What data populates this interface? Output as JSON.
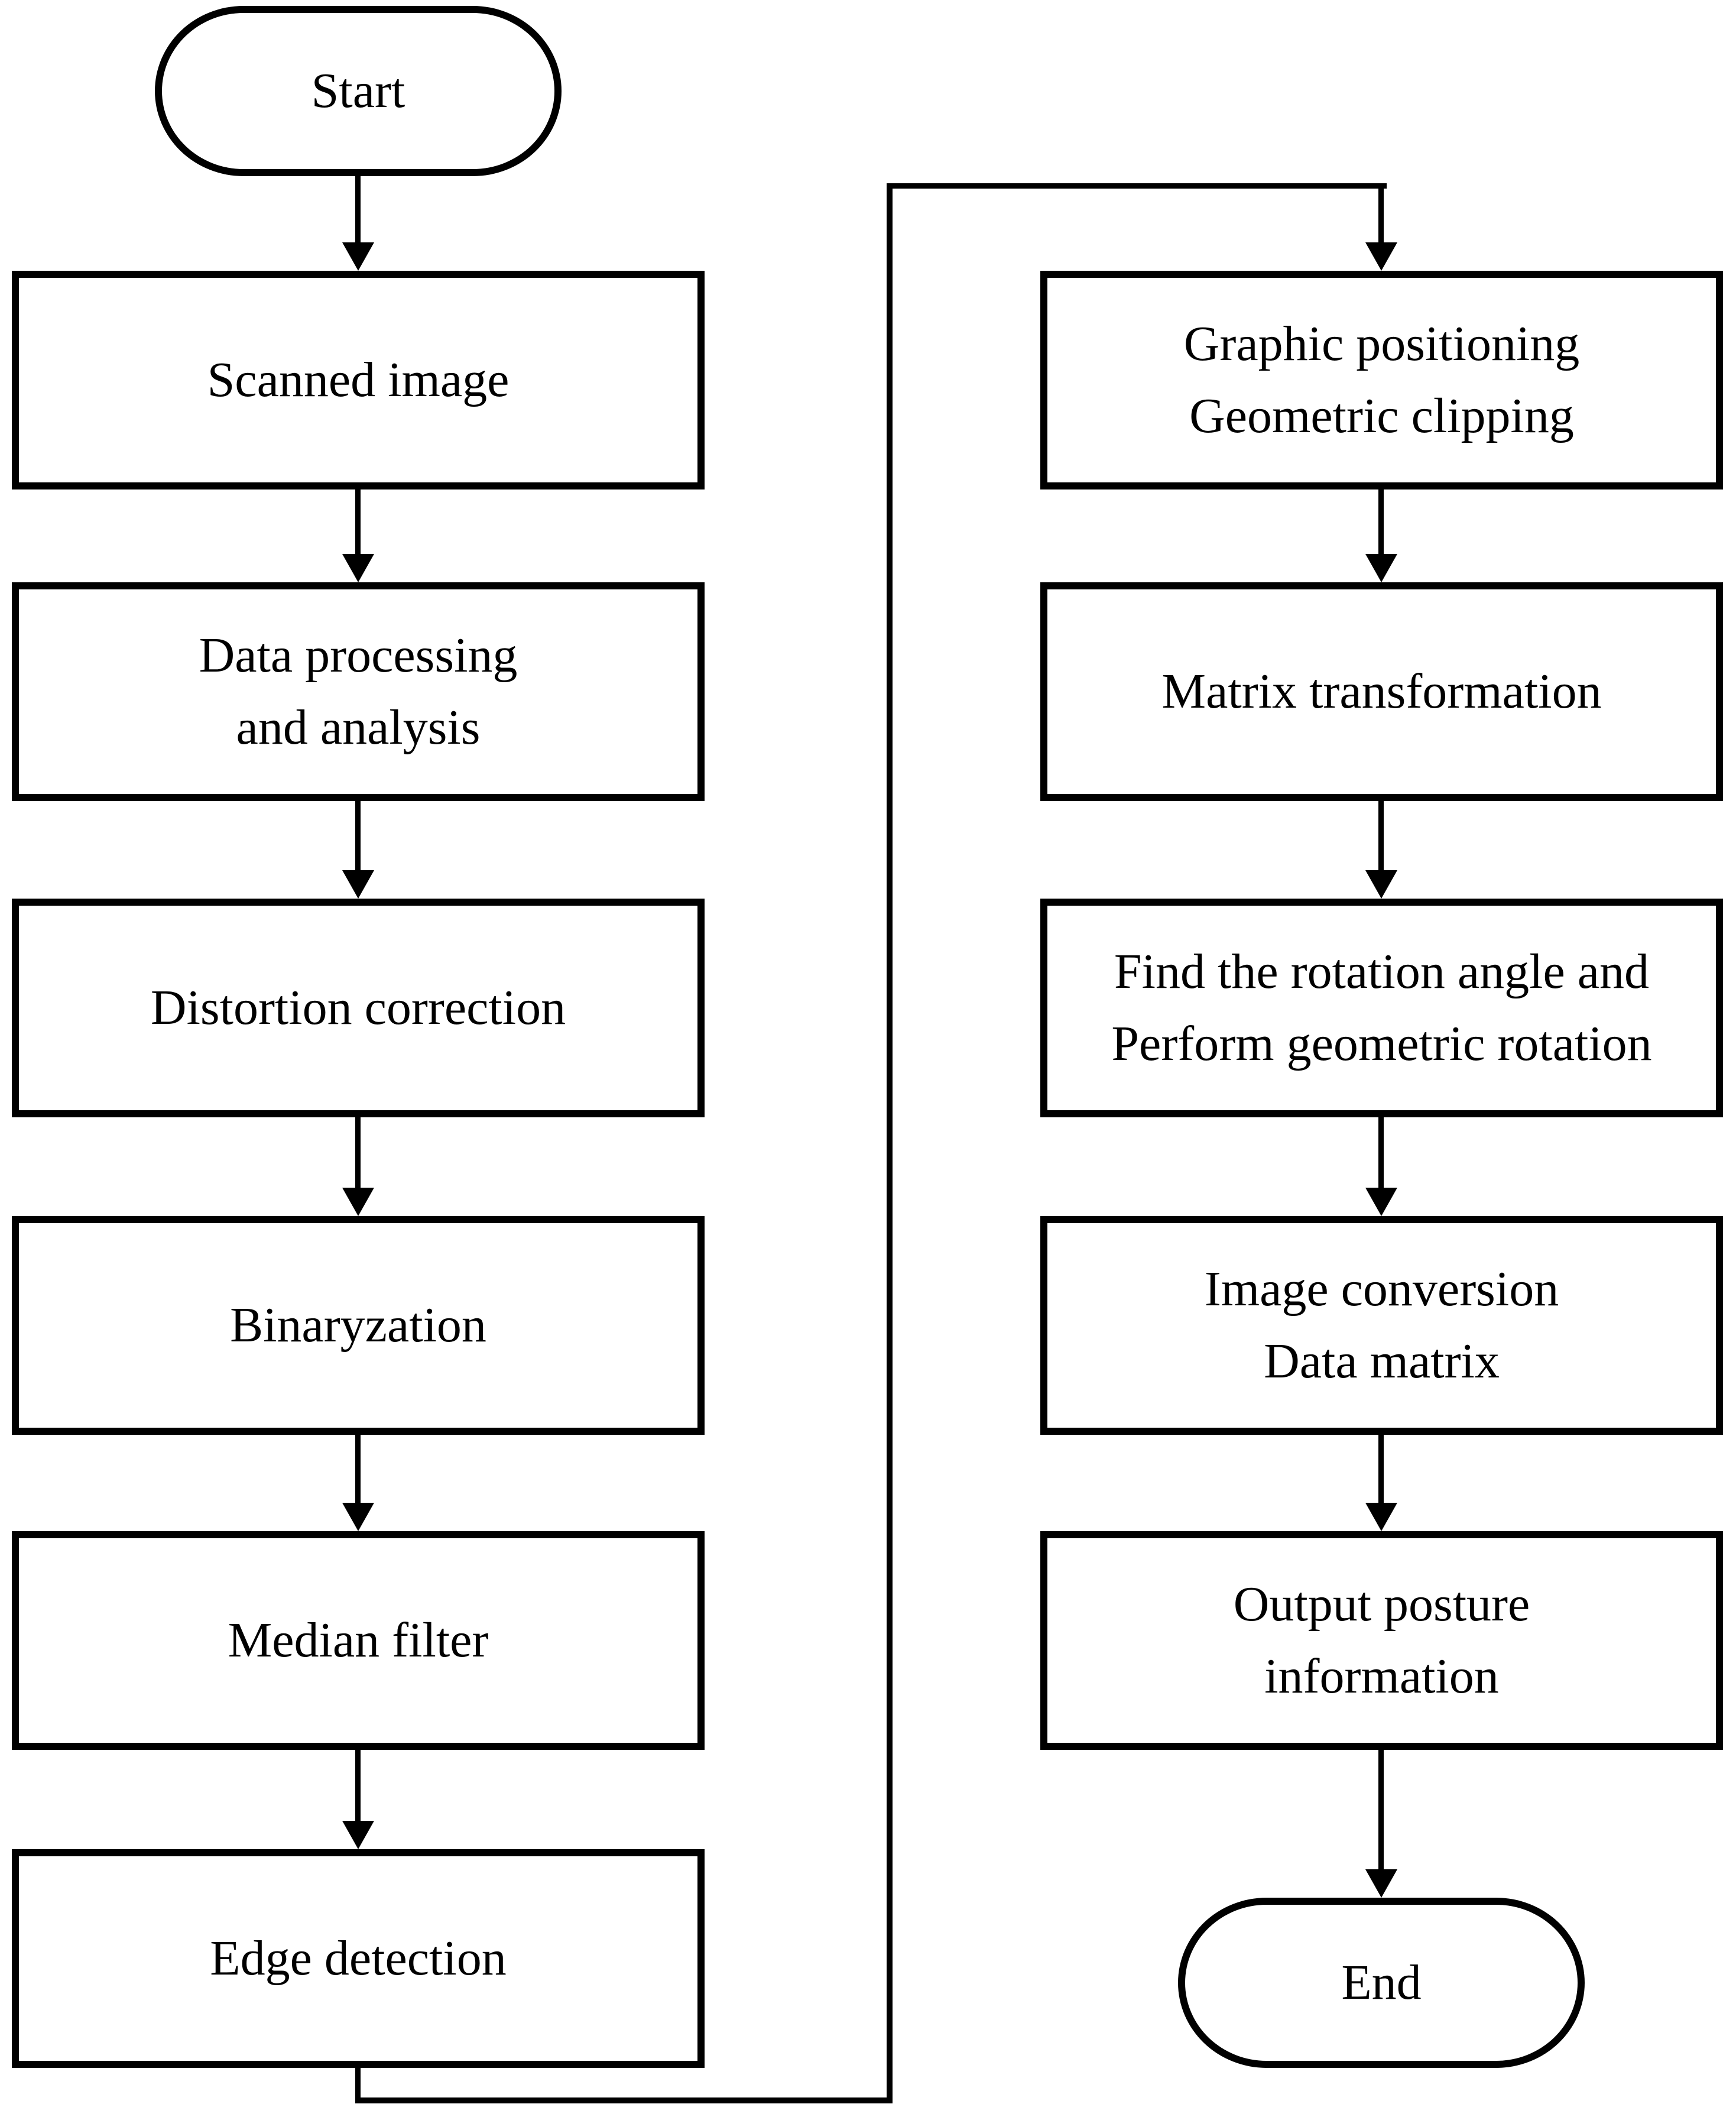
{
  "diagram": {
    "type": "flowchart",
    "background_color": "#ffffff",
    "line_color": "#000000",
    "text_color": "#000000",
    "nodes": {
      "start": {
        "label": "Start",
        "shape": "terminator"
      },
      "scanned_image": {
        "label": "Scanned image",
        "shape": "process"
      },
      "data_processing": {
        "label": "Data processing\nand analysis",
        "shape": "process"
      },
      "distortion_correction": {
        "label": "Distortion correction",
        "shape": "process"
      },
      "binaryzation": {
        "label": "Binaryzation",
        "shape": "process"
      },
      "median_filter": {
        "label": "Median filter",
        "shape": "process"
      },
      "edge_detection": {
        "label": "Edge detection",
        "shape": "process"
      },
      "graphic_positioning": {
        "label": "Graphic positioning\nGeometric clipping",
        "shape": "process"
      },
      "matrix_transformation": {
        "label": "Matrix transformation",
        "shape": "process"
      },
      "find_rotation": {
        "label": "Find the rotation angle and\nPerform geometric rotation",
        "shape": "process"
      },
      "image_conversion": {
        "label": "Image conversion\nData matrix",
        "shape": "process"
      },
      "output_posture": {
        "label": "Output posture\ninformation",
        "shape": "process"
      },
      "end": {
        "label": "End",
        "shape": "terminator"
      }
    },
    "edges": [
      {
        "from": "start",
        "to": "scanned_image"
      },
      {
        "from": "scanned_image",
        "to": "data_processing"
      },
      {
        "from": "data_processing",
        "to": "distortion_correction"
      },
      {
        "from": "distortion_correction",
        "to": "binaryzation"
      },
      {
        "from": "binaryzation",
        "to": "median_filter"
      },
      {
        "from": "median_filter",
        "to": "edge_detection"
      },
      {
        "from": "edge_detection",
        "to": "graphic_positioning"
      },
      {
        "from": "graphic_positioning",
        "to": "matrix_transformation"
      },
      {
        "from": "matrix_transformation",
        "to": "find_rotation"
      },
      {
        "from": "find_rotation",
        "to": "image_conversion"
      },
      {
        "from": "image_conversion",
        "to": "output_posture"
      },
      {
        "from": "output_posture",
        "to": "end"
      }
    ]
  }
}
